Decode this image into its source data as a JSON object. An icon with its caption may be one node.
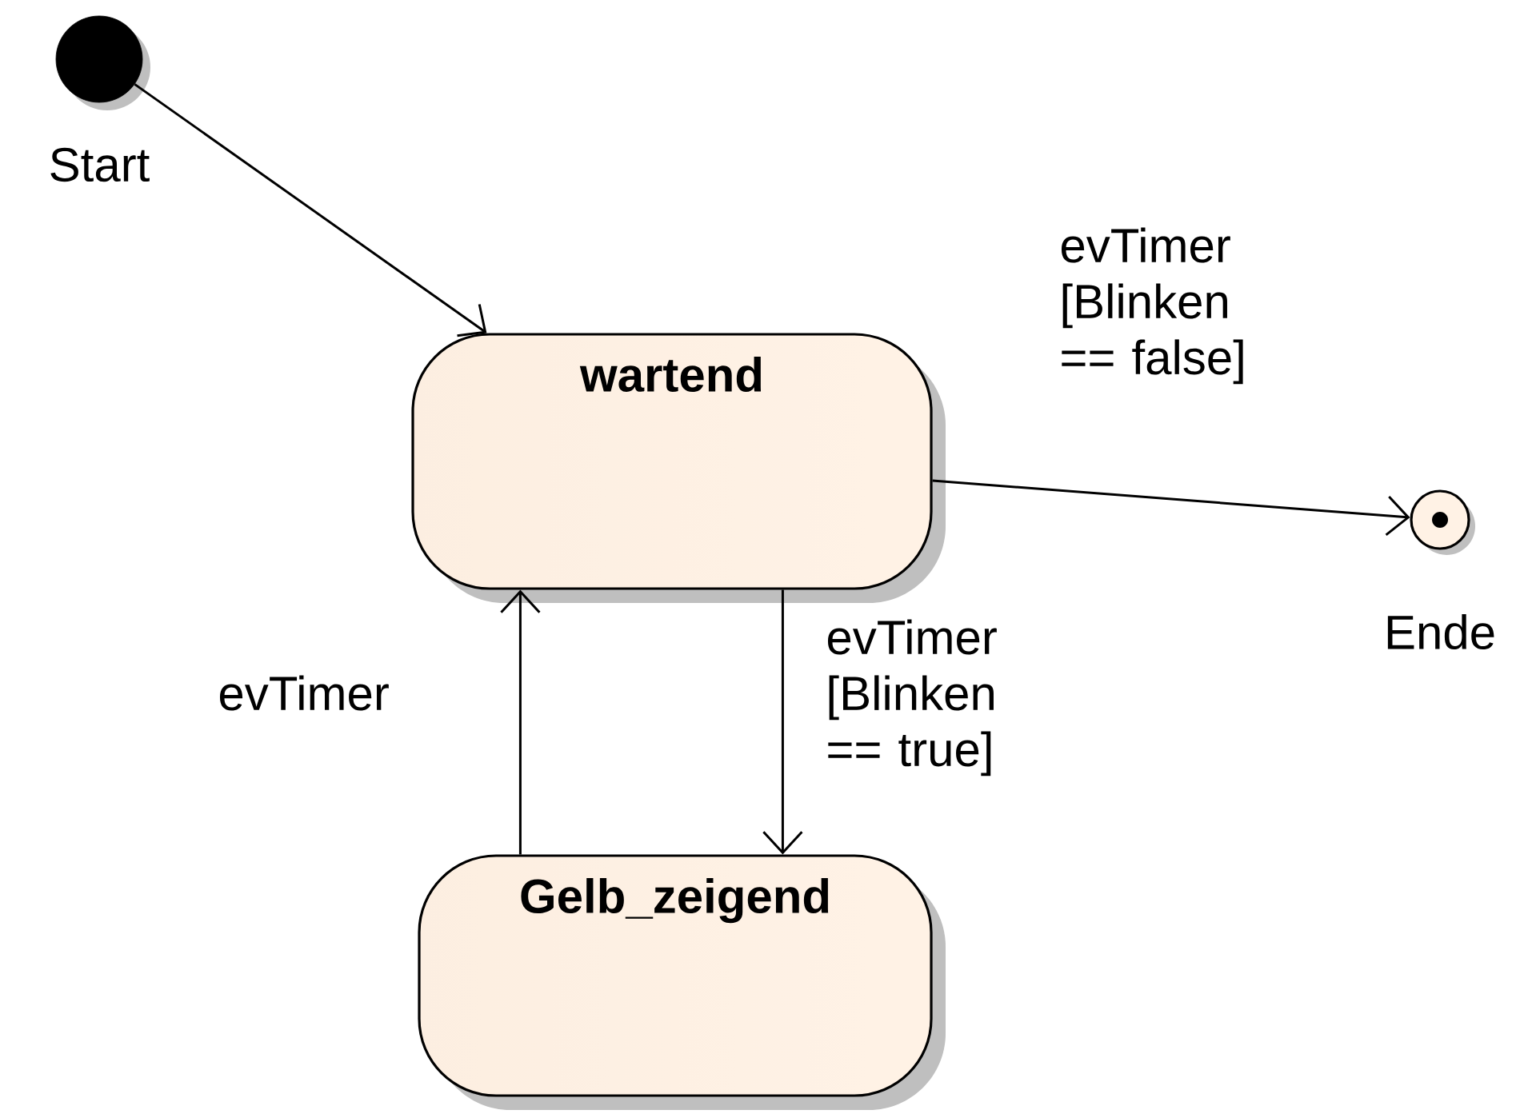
{
  "diagram": {
    "nodes": [
      {
        "text": [],
        "shape": "dot",
        "beside": [
          "Start"
        ]
      },
      {
        "text": [
          "wartend"
        ]
      },
      {
        "text": [
          "Gelb_zeigend"
        ]
      },
      {
        "text": [],
        "shape": "bullseye",
        "beside": [
          "Ende"
        ]
      }
    ],
    "edges": [
      {
        "from": 0,
        "to": 1,
        "arrow": "to"
      },
      {
        "from": 1,
        "to": 3,
        "arrow": "to",
        "label": "evTimer [Blinken == false]"
      },
      {
        "from": 1,
        "to": 2,
        "arrow": "to",
        "label": "evTimer [Blinken == true]"
      },
      {
        "from": 2,
        "to": 1,
        "arrow": "to",
        "label": "evTimer"
      }
    ]
  }
}
